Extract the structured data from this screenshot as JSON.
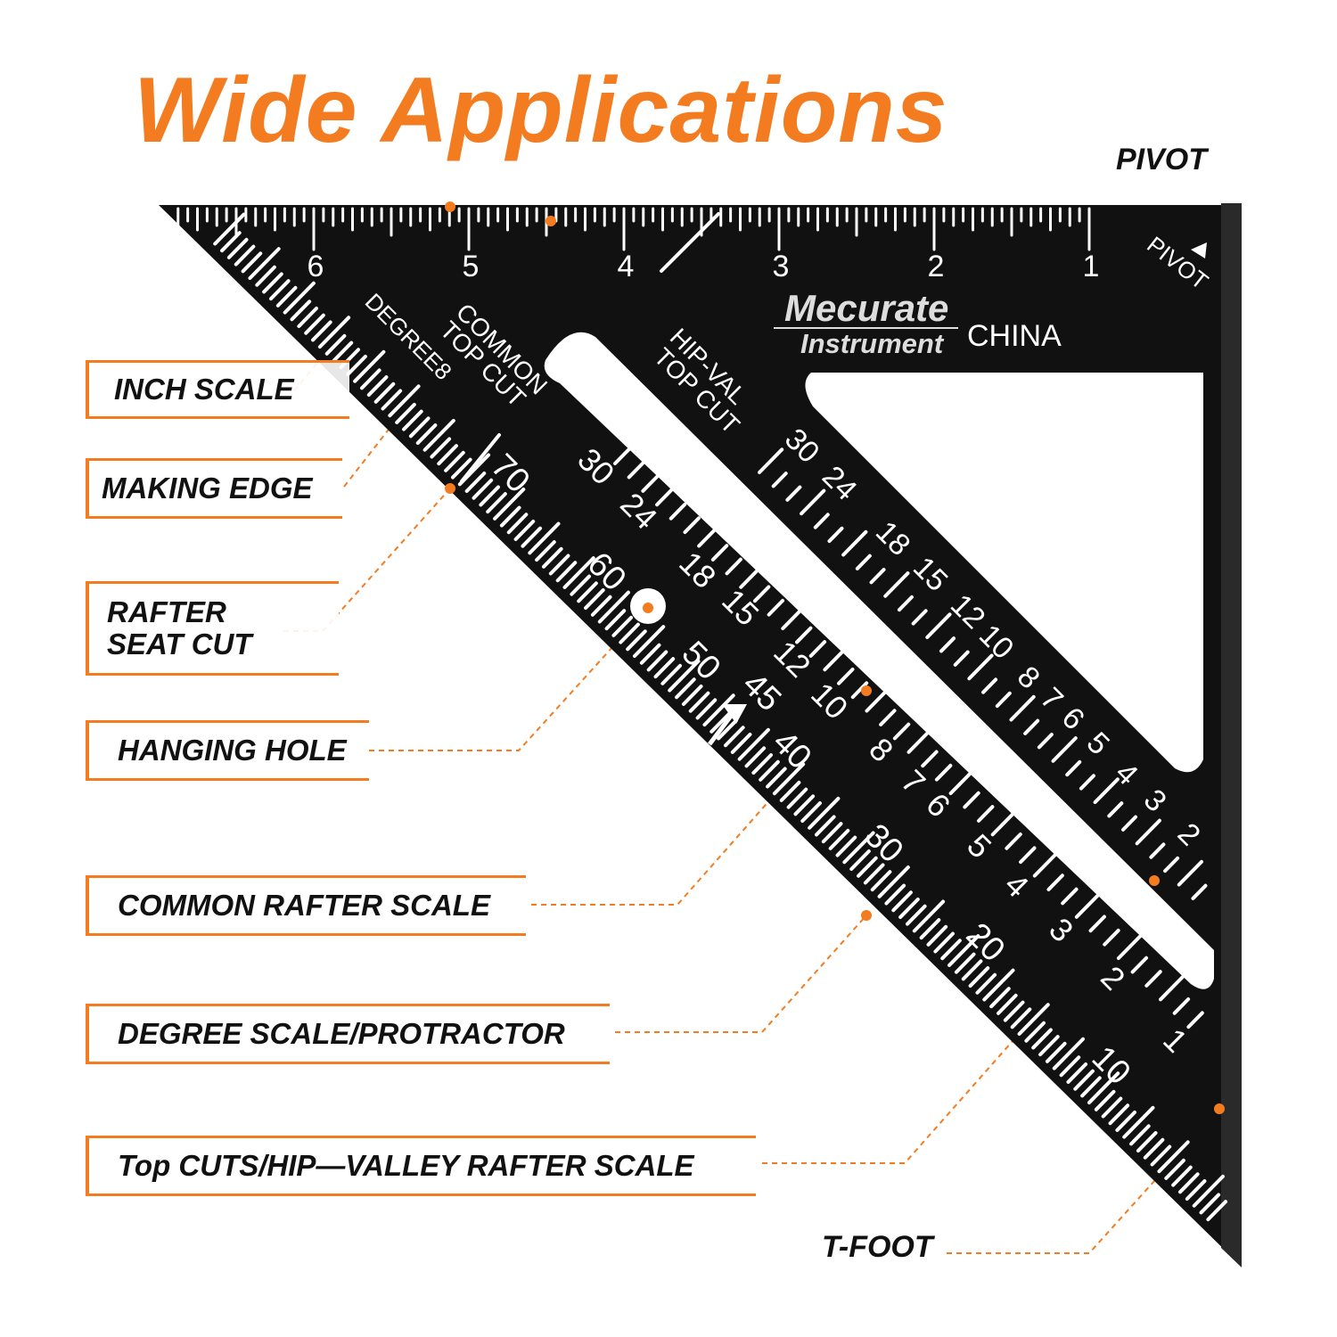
{
  "title": "Wide Applications",
  "pivot_label": "PIVOT",
  "callouts": [
    {
      "label": "INCH SCALE"
    },
    {
      "label": "MAKING EDGE"
    },
    {
      "label_line1": "RAFTER",
      "label_line2": "SEAT CUT"
    },
    {
      "label": "HANGING HOLE"
    },
    {
      "label": "COMMON RAFTER SCALE"
    },
    {
      "label": "DEGREE SCALE/PROTRACTOR"
    },
    {
      "label": "Top CUTS/HIP—VALLEY RAFTER SCALE"
    }
  ],
  "tfoot_label": "T-FOOT",
  "square": {
    "brand_line1": "Mecurate",
    "brand_line2": "Instrument",
    "origin": "CHINA",
    "pivot_mark": "PIVOT",
    "inch_numbers": [
      "6",
      "5",
      "4",
      "3",
      "2",
      "1"
    ],
    "common_label_line1": "COMMON",
    "common_label_line2": "TOP CUT",
    "degree_label": "DEGREE8",
    "hipval_label_line1": "HIP-VAL",
    "hipval_label_line2": "TOP CUT",
    "degree_numbers": [
      "70",
      "60",
      "50",
      "45",
      "40",
      "30",
      "20",
      "10"
    ],
    "common_numbers": [
      "30",
      "24",
      "18",
      "15",
      "12",
      "10",
      "8",
      "7",
      "6",
      "5",
      "4",
      "3",
      "2",
      "1"
    ],
    "hip_numbers": [
      "30",
      "24",
      "18",
      "15",
      "12",
      "10",
      "8",
      "7",
      "6",
      "5",
      "4",
      "3",
      "2"
    ]
  },
  "colors": {
    "accent": "#f47c20",
    "square": "#111111",
    "marking": "#ffffff"
  }
}
